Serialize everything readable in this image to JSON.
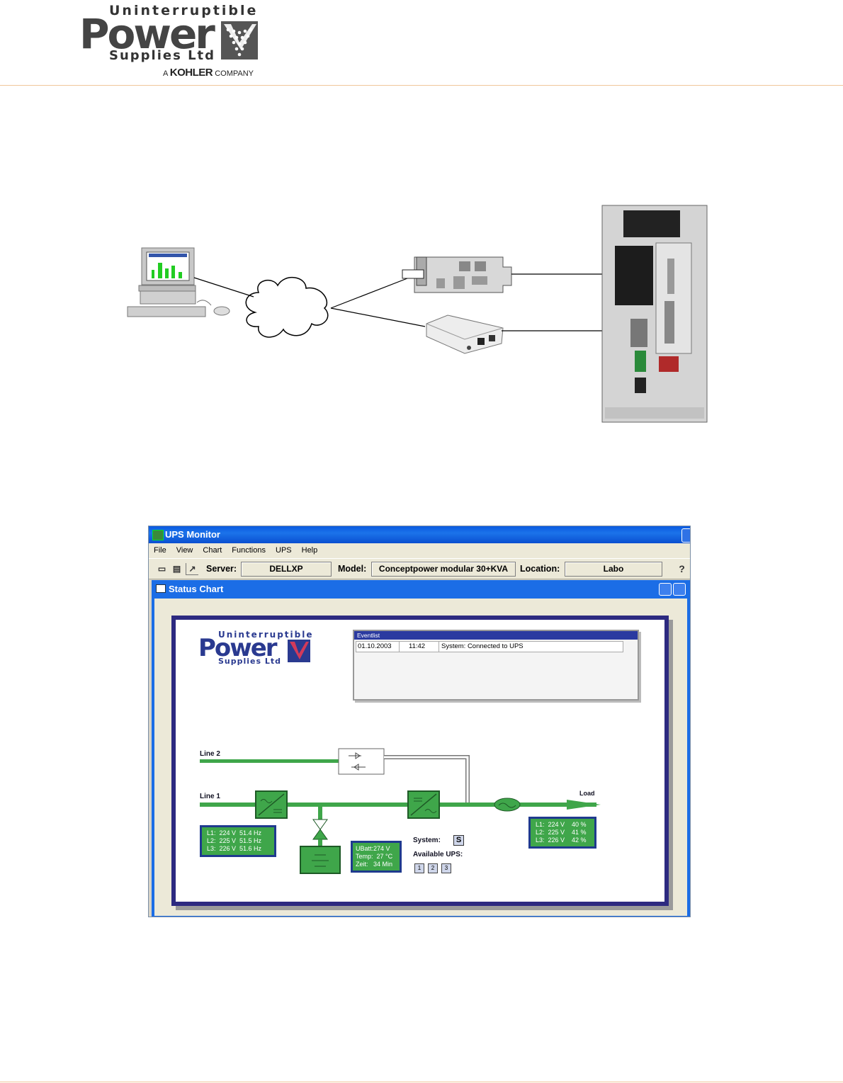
{
  "header": {
    "logo_line1": "Uninterruptible",
    "logo_line2": "Power",
    "logo_line3": "Supplies Ltd",
    "kohler_a": "A",
    "kohler_brand": "KOHLER",
    "kohler_company": "COMPANY"
  },
  "window": {
    "title": "UPS Monitor",
    "menu": [
      "File",
      "View",
      "Chart",
      "Functions",
      "UPS",
      "Help"
    ],
    "toolbar": {
      "server_label": "Server:",
      "server_value": "DELLXP",
      "model_label": "Model:",
      "model_value": "Conceptpower modular 30+KVA",
      "location_label": "Location:",
      "location_value": "Labo",
      "help_glyph": "?"
    },
    "child_title": "Status Chart",
    "panel_logo": {
      "line1": "Uninterruptible",
      "line2": "Power",
      "line3": "Supplies Ltd"
    },
    "eventlist": {
      "title": "Eventlist",
      "rows": [
        {
          "date": "01.10.2003",
          "time": "11:42",
          "text": "System: Connected to UPS"
        }
      ]
    },
    "diagram": {
      "line2_label": "Line 2",
      "line1_label": "Line 1",
      "load_label": "Load",
      "input_readout": [
        "L1:  224 V  51.4 Hz",
        "L2:  225 V  51.5 Hz",
        "L3:  226 V  51.6 Hz"
      ],
      "output_readout": [
        "L1:  224 V    40 %",
        "L2:  225 V    41 %",
        "L3:  226 V    42 %"
      ],
      "battery_readout": [
        "UBatt:274 V",
        "Temp:  27 °C",
        "Zeit:   34 Min"
      ],
      "system_label": "System:",
      "system_value": "S",
      "available_label": "Available UPS:",
      "available_units": [
        "1",
        "2",
        "3"
      ]
    }
  },
  "colors": {
    "rule": "#f0c79a",
    "xp_blue": "#1b6de6",
    "panel_border": "#2d2a80",
    "flow_green": "#3fa64a"
  }
}
